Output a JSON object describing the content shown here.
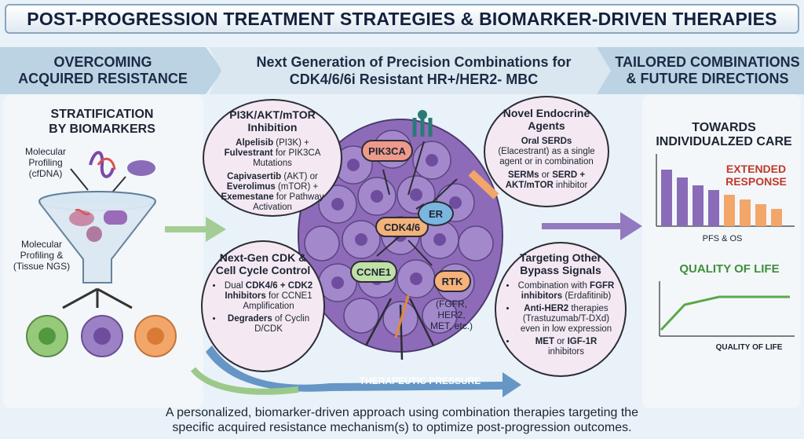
{
  "header": {
    "title": "POST-PROGRESSION TREATMENT STRATEGIES & BIOMARKER-DRIVEN THERAPIES"
  },
  "left": {
    "heading_line1": "OVERCOMING",
    "heading_line2": "ACQUIRED RESISTANCE",
    "sub_line1": "STRATIFICATION",
    "sub_line2": "BY BIOMARKERS",
    "mp1_line1": "Molecular",
    "mp1_line2": "Profiling",
    "mp1_line3": "(cfDNA)",
    "mp2_line1": "Molecular",
    "mp2_line2": "Profiling &",
    "mp2_line3": "(Tissue NGS)"
  },
  "center": {
    "heading_line1": "Next Generation of Precision Combinations for",
    "heading_line2": "CDK4/6/6i Resistant HR+/HER2- MBC",
    "pi3k": {
      "title_line1": "PI3K/AKT/mTOR",
      "title_line2": "Inhibition",
      "p1_b1": "Alpelisib",
      "p1_t1": " (PI3K) + ",
      "p1_b2": "Fulvestrant",
      "p1_t2": " for PIK3CA Mutations",
      "p2_b1": "Capivasertib",
      "p2_t1": " (AKT) or ",
      "p2_b2": "Everolimus",
      "p2_t2": " (mTOR) + ",
      "p2_b3": "Exemestane",
      "p2_t3": " for Pathway Activation"
    },
    "endocrine": {
      "title_line1": "Novel Endocrine",
      "title_line2": "Agents",
      "p1_b1": "Oral SERDs",
      "p1_t1": " (Elacestrant) as a single agent or in combination",
      "p2_b1": "SERMs",
      "p2_t1": " or ",
      "p2_b2": "SERD +",
      "p2_b3": "AKT/mTOR",
      "p2_t2": " inhibitor"
    },
    "cdk": {
      "title_line1": "Next-Gen CDK &",
      "title_line2": "Cell Cycle Control",
      "li1_t1": "Dual ",
      "li1_b1": "CDK4/6 + CDK2",
      "li1_b2": "Inhibitors",
      "li1_t2": " for CCNE1 Amplification",
      "li2_b1": "Degraders",
      "li2_t1": " of Cyclin D/CDK"
    },
    "bypass": {
      "title_line1": "Targeting Other",
      "title_line2": "Bypass Signals",
      "li1_t1": "Combination with ",
      "li1_b1": "FGFR inhibitors",
      "li1_t2": " (Erdafitinib)",
      "li2_b1": "Anti-HER2",
      "li2_t1": " therapies (Trastuzumab/T-DXd) even in low expression",
      "li3_b1": "MET",
      "li3_t1": " or ",
      "li3_b2": "IGF-1R",
      "li3_t2": " inhibitors"
    },
    "nodes": {
      "pik3ca": "PIK3CA",
      "cdk46": "CDK4/6",
      "er": "ER",
      "ccne1": "CCNE1",
      "rtk": "RTK"
    },
    "rtk_sub_line1": "(FGFR,",
    "rtk_sub_line2": "HER2,",
    "rtk_sub_line3": "MET, etc.)",
    "pressure": "THERAPEUTIC PRESSURE"
  },
  "right": {
    "heading_line1": "TAILORED COMBINATIONS",
    "heading_line2": "& FUTURE DIRECTIONS",
    "care_line1": "TOWARDS",
    "care_line2": "INDIVIDUALZED CARE",
    "extended_line1": "EXTENDED",
    "extended_line2": "RESPONSE",
    "bar_label": "PFS & OS",
    "qol_title": "QUALITY OF LIFE",
    "qol_axis": "QUALITY OF LIFE"
  },
  "footer": {
    "line1": "A personalized, biomarker-driven approach using combination therapies targeting the",
    "line2": "specific acquired resistance mechanism(s) to optimize post-progression outcomes."
  },
  "colors": {
    "purple": "#8a6bb8",
    "orange": "#f2a66a",
    "green": "#5aa84a",
    "red": "#c0392b"
  }
}
